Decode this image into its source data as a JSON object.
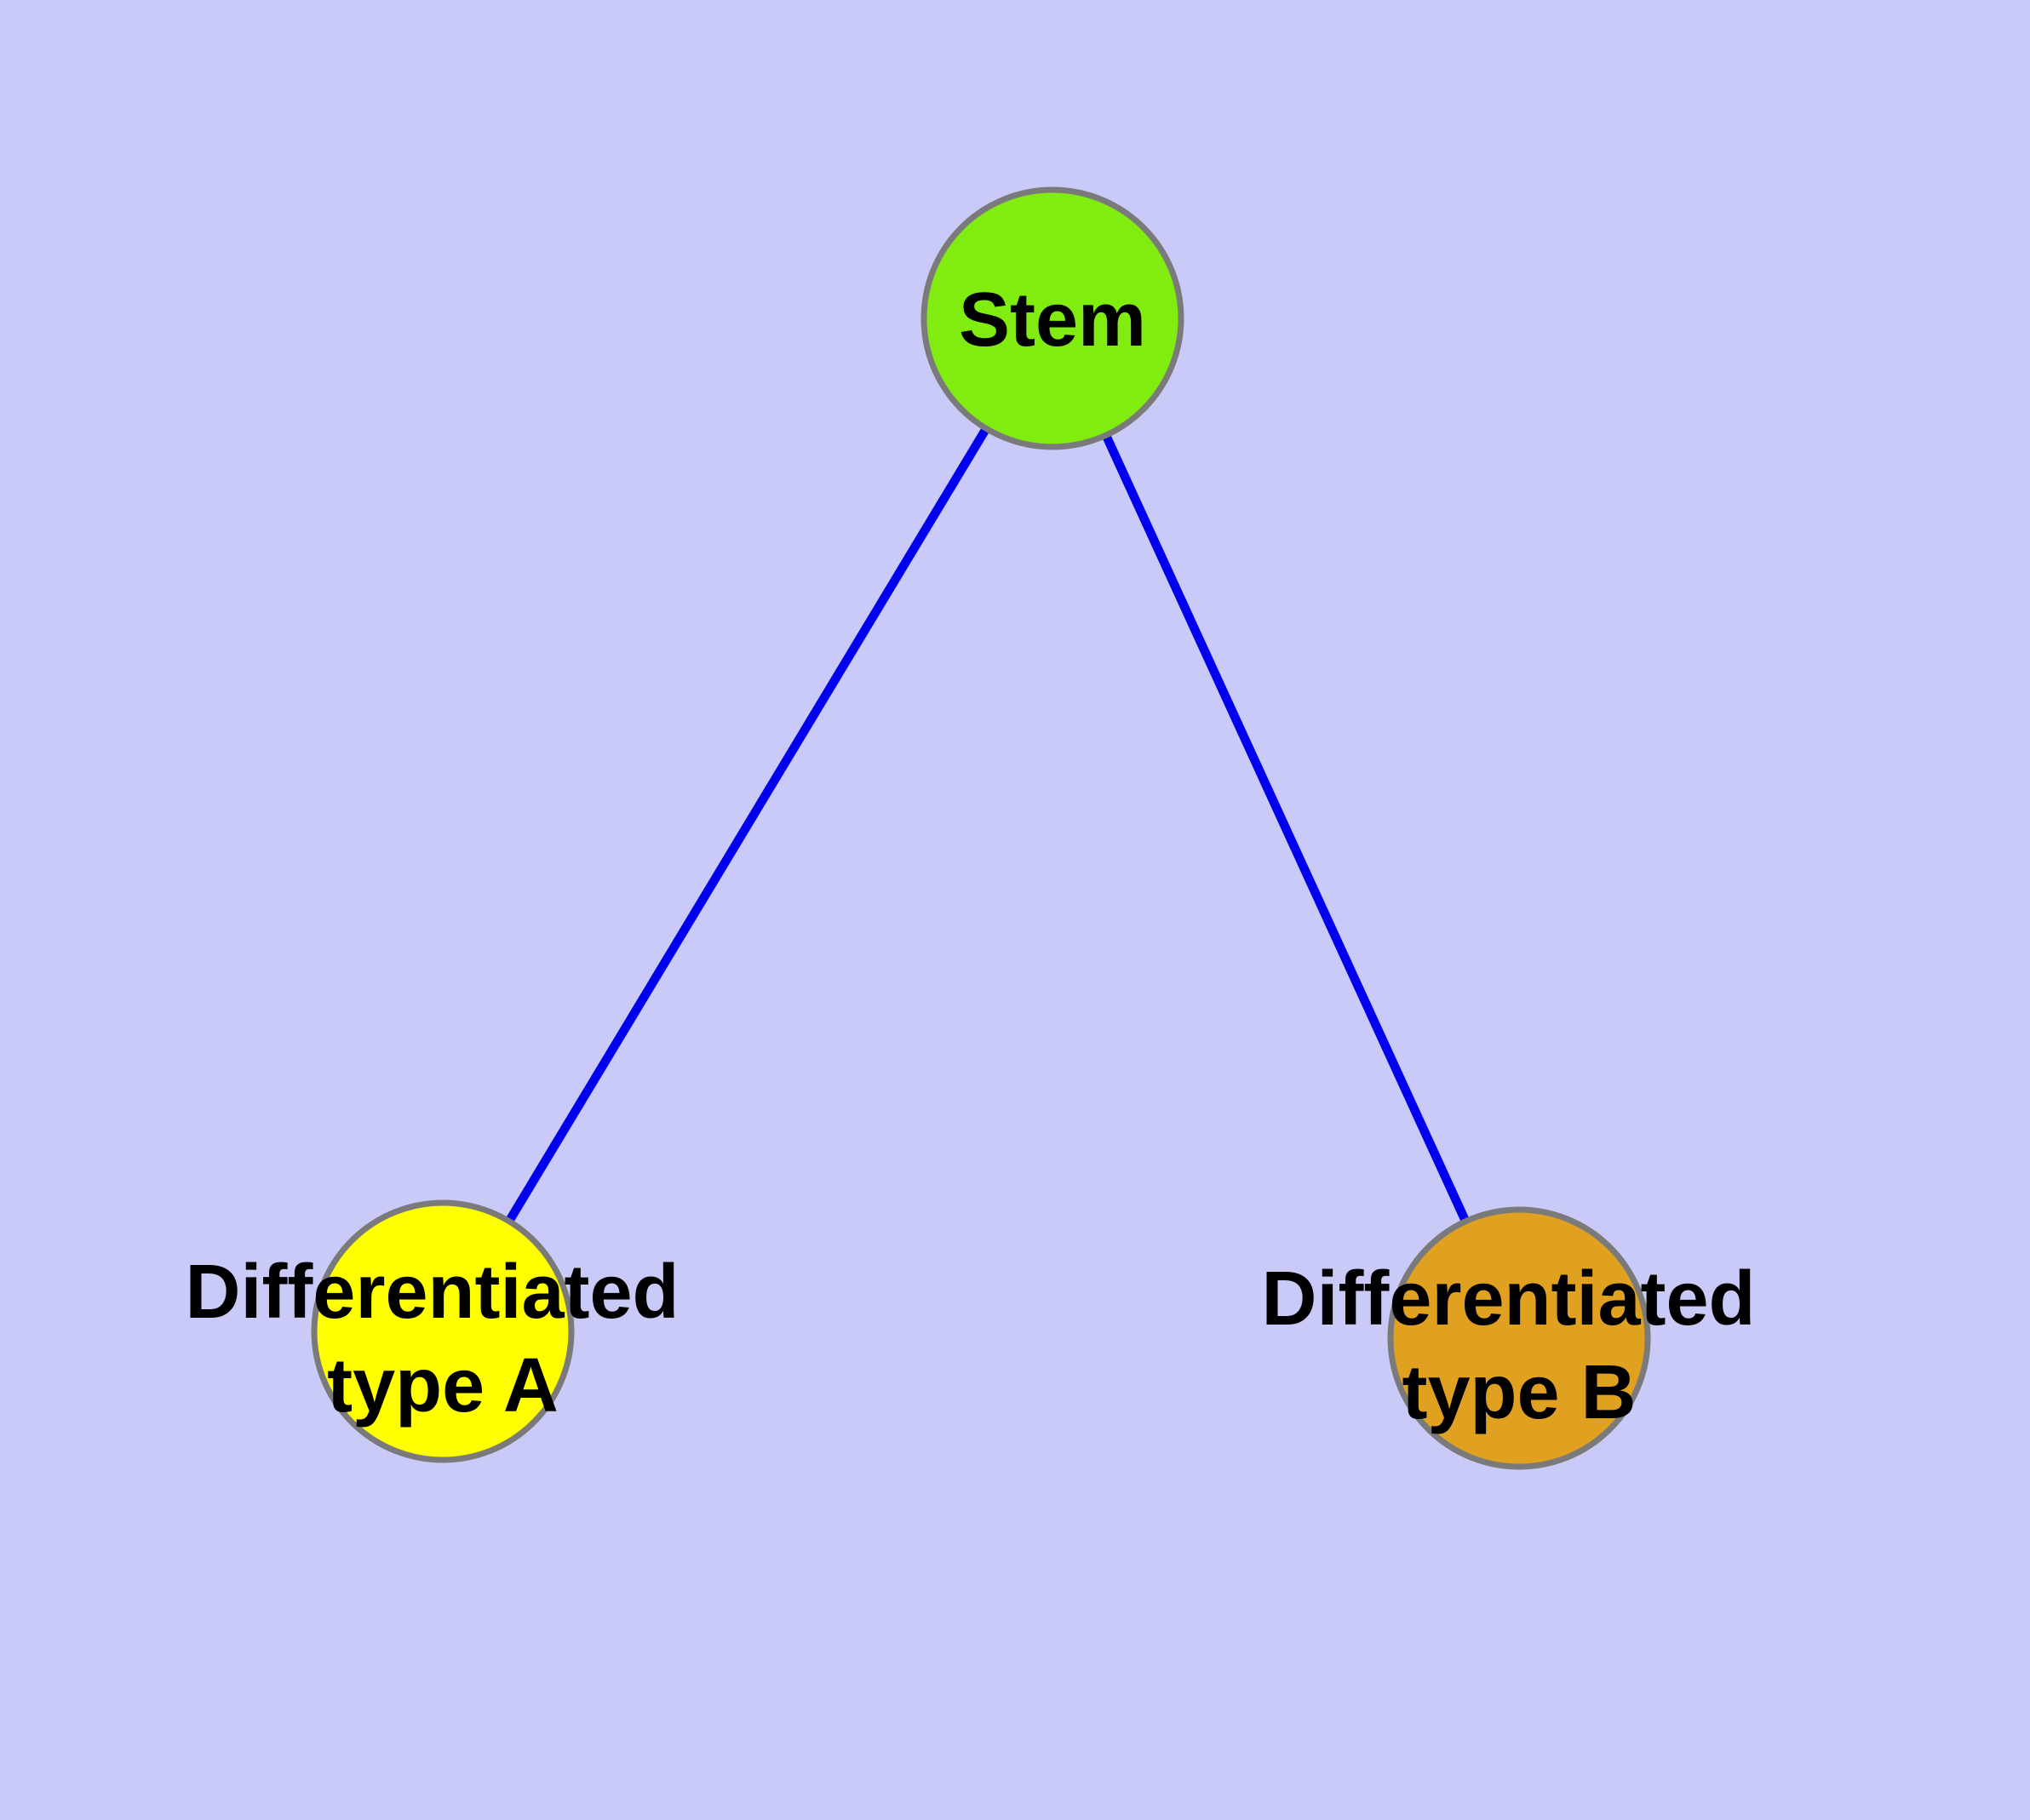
{
  "diagram": {
    "background": "#CACAF8",
    "node_stroke": "#7A7A7A",
    "label_color": "#000000",
    "nodes": [
      {
        "id": "stem",
        "label": "Stem",
        "fill": "#80EC10"
      },
      {
        "id": "differentiated-type-a",
        "label_line1": "Differentiated",
        "label_line2": "type A",
        "fill": "#FFFF00"
      },
      {
        "id": "differentiated-type-b",
        "label_line1": "Differentiated",
        "label_line2": "type B",
        "fill": "#E0A020"
      }
    ],
    "edges": [
      {
        "from": "stem",
        "to": "differentiated-type-a",
        "color": "#0000EE"
      },
      {
        "from": "stem",
        "to": "differentiated-type-b",
        "color": "#0000EE"
      }
    ]
  }
}
